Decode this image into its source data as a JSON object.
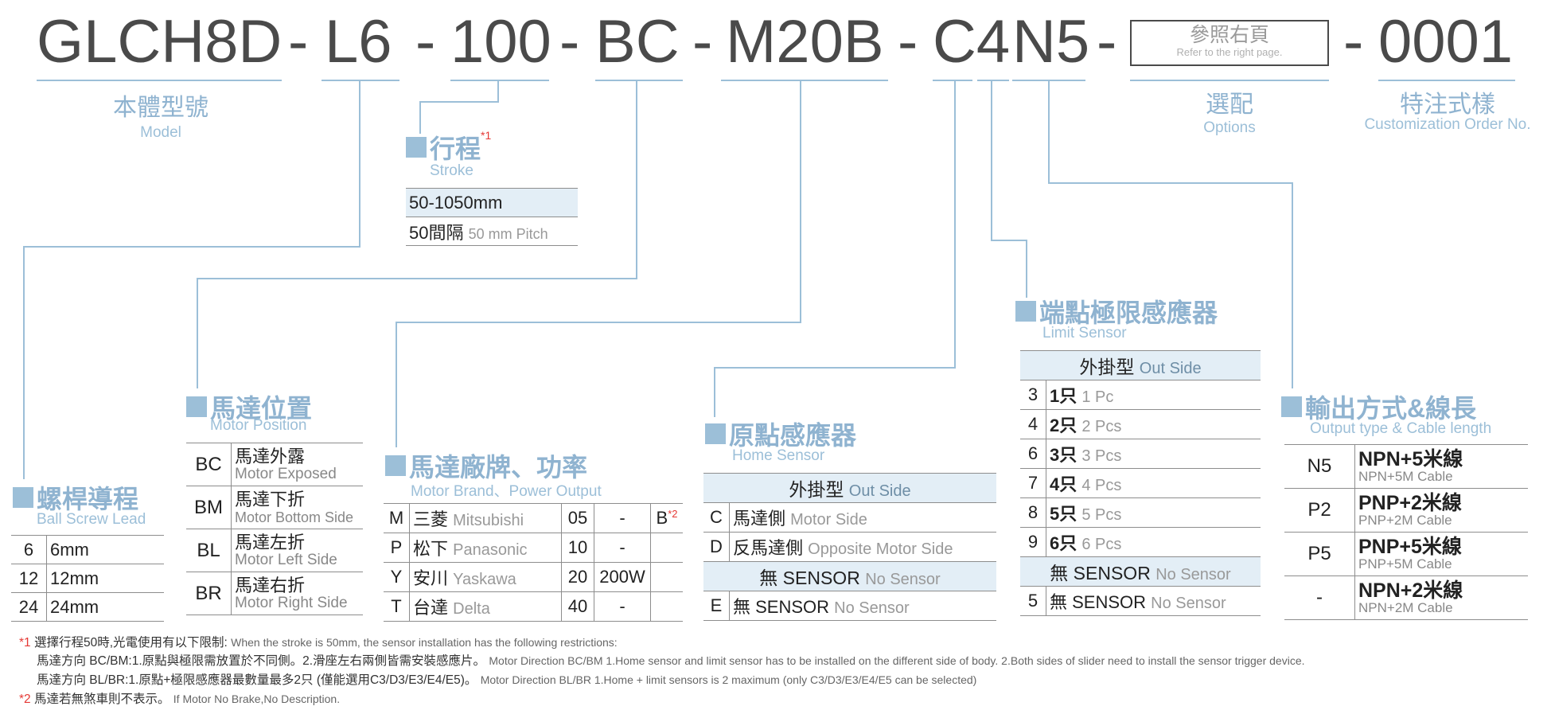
{
  "model_code": {
    "base": "GLCH8D",
    "lead": "L6",
    "stroke": "100",
    "motor_position": "BC",
    "motor": "M20B",
    "home_limit": "C4",
    "output": "N5",
    "options_box": {
      "zh": "參照右頁",
      "en": "Refer to the right page."
    },
    "order": "0001",
    "dash": "-"
  },
  "captions": {
    "model": {
      "zh": "本體型號",
      "en": "Model"
    },
    "options": {
      "zh": "選配",
      "en": "Options"
    },
    "custom": {
      "zh": "特注式樣",
      "en": "Customization Order No."
    }
  },
  "stroke": {
    "title_zh": "行程",
    "sup": "*1",
    "title_en": "Stroke",
    "rows": [
      {
        "main": "50-1050mm",
        "sub": ""
      },
      {
        "main": "50間隔",
        "sub": "50 mm Pitch"
      }
    ]
  },
  "lead": {
    "title_zh": "螺桿導程",
    "title_en": "Ball Screw Lead",
    "rows": [
      {
        "code": "6",
        "val": "6mm"
      },
      {
        "code": "12",
        "val": "12mm"
      },
      {
        "code": "24",
        "val": "24mm"
      }
    ]
  },
  "motor_position": {
    "title_zh": "馬達位置",
    "title_en": "Motor Position",
    "rows": [
      {
        "code": "BC",
        "zh": "馬達外露",
        "en": "Motor Exposed"
      },
      {
        "code": "BM",
        "zh": "馬達下折",
        "en": "Motor Bottom Side"
      },
      {
        "code": "BL",
        "zh": "馬達左折",
        "en": "Motor Left Side"
      },
      {
        "code": "BR",
        "zh": "馬達右折",
        "en": "Motor Right Side"
      }
    ]
  },
  "motor_brand": {
    "title_zh": "馬達廠牌、功率",
    "title_en": "Motor Brand、Power Output",
    "rows": [
      {
        "code": "M",
        "zh": "三菱",
        "en": "Mitsubishi",
        "num": "05",
        "power": "-",
        "extra": "B",
        "sup": "*2"
      },
      {
        "code": "P",
        "zh": "松下",
        "en": "Panasonic",
        "num": "10",
        "power": "-",
        "extra": "",
        "sup": ""
      },
      {
        "code": "Y",
        "zh": "安川",
        "en": "Yaskawa",
        "num": "20",
        "power": "200W",
        "extra": "",
        "sup": ""
      },
      {
        "code": "T",
        "zh": "台達",
        "en": "Delta",
        "num": "40",
        "power": "-",
        "extra": "",
        "sup": ""
      }
    ]
  },
  "home_sensor": {
    "title_zh": "原點感應器",
    "title_en": "Home Sensor",
    "header_zh": "外掛型",
    "header_en": "Out Side",
    "rows": [
      {
        "code": "C",
        "zh": "馬達側",
        "en": "Motor Side"
      },
      {
        "code": "D",
        "zh": "反馬達側",
        "en": "Opposite Motor Side"
      }
    ],
    "nosensor_zh": "無 SENSOR",
    "nosensor_en": "No Sensor",
    "e_code": "E",
    "e_zh": "無 SENSOR",
    "e_en": "No Sensor"
  },
  "limit_sensor": {
    "title_zh": "端點極限感應器",
    "title_en": "Limit Sensor",
    "header_zh": "外掛型",
    "header_en": "Out Side",
    "rows": [
      {
        "code": "3",
        "zh": "1只",
        "en": "1 Pc"
      },
      {
        "code": "4",
        "zh": "2只",
        "en": "2 Pcs"
      },
      {
        "code": "6",
        "zh": "3只",
        "en": "3 Pcs"
      },
      {
        "code": "7",
        "zh": "4只",
        "en": "4 Pcs"
      },
      {
        "code": "8",
        "zh": "5只",
        "en": "5 Pcs"
      },
      {
        "code": "9",
        "zh": "6只",
        "en": "6 Pcs"
      }
    ],
    "nosensor_zh": "無 SENSOR",
    "nosensor_en": "No Sensor",
    "five_code": "5",
    "five_zh": "無 SENSOR",
    "five_en": "No Sensor"
  },
  "output": {
    "title_zh": "輸出方式&線長",
    "title_en": "Output type & Cable length",
    "rows": [
      {
        "code": "N5",
        "zh": "NPN+5米線",
        "en": "NPN+5M Cable"
      },
      {
        "code": "P2",
        "zh": "PNP+2米線",
        "en": "PNP+2M Cable"
      },
      {
        "code": "P5",
        "zh": "PNP+5米線",
        "en": "PNP+5M Cable"
      },
      {
        "code": "-",
        "zh": "NPN+2米線",
        "en": "NPN+2M Cable"
      }
    ]
  },
  "notes": {
    "n1_mark": "*1",
    "n1_zh": "選擇行程50時,光電使用有以下限制:",
    "n1_en": "When the stroke is 50mm, the sensor installation has  the following restrictions:",
    "n1a_zh": "馬達方向 BC/BM:1.原點與極限需放置於不同側。2.滑座左右兩側皆需安裝感應片。",
    "n1a_en": "Motor Direction BC/BM 1.Home sensor and limit sensor has to be installed on the different side of body.  2.Both sides of slider need to install the sensor trigger device.",
    "n1b_zh": "馬達方向 BL/BR:1.原點+極限感應器最數量最多2只 (僅能選用C3/D3/E3/E4/E5)。",
    "n1b_en": "Motor Direction BL/BR 1.Home + limit sensors is 2 maximum (only C3/D3/E3/E4/E5 can be selected)",
    "n2_mark": "*2",
    "n2_zh": "馬達若無煞車則不表示。",
    "n2_en": "If Motor No Brake,No Description."
  }
}
